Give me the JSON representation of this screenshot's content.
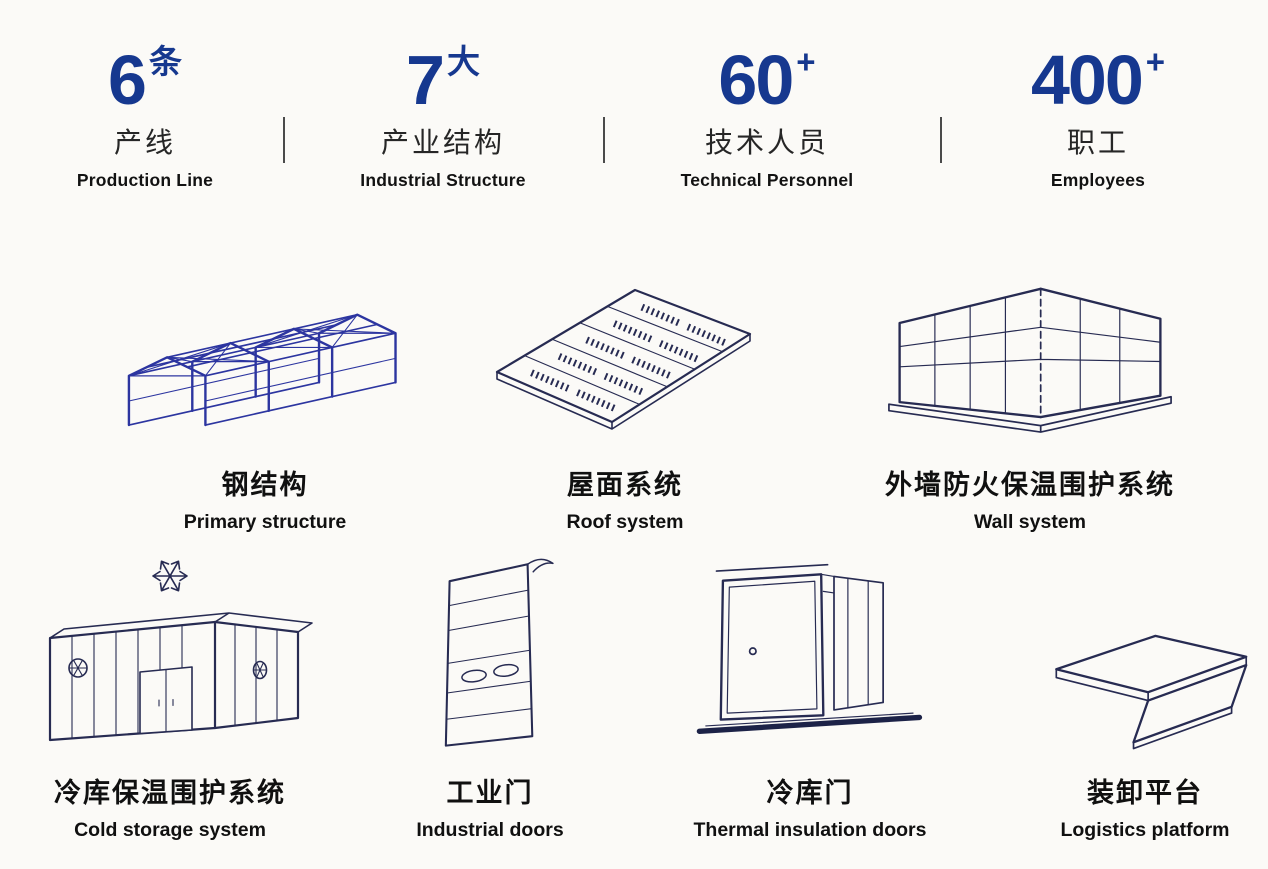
{
  "stats": [
    {
      "number": "6",
      "suffix": "条",
      "label_cn": "产线",
      "label_en": "Production Line"
    },
    {
      "number": "7",
      "suffix": "大",
      "label_cn": "产业结构",
      "label_en": "Industrial Structure"
    },
    {
      "number": "60",
      "suffix": "+",
      "label_cn": "技术人员",
      "label_en": "Technical Personnel"
    },
    {
      "number": "400",
      "suffix": "+",
      "label_cn": "职工",
      "label_en": "Employees"
    }
  ],
  "products": [
    {
      "id": "primary-structure",
      "label_cn": "钢结构",
      "label_en": "Primary structure"
    },
    {
      "id": "roof-system",
      "label_cn": "屋面系统",
      "label_en": "Roof system"
    },
    {
      "id": "wall-system",
      "label_cn": "外墙防火保温围护系统",
      "label_en": "Wall system"
    },
    {
      "id": "cold-storage",
      "label_cn": "冷库保温围护系统",
      "label_en": "Cold storage system"
    },
    {
      "id": "industrial-doors",
      "label_cn": "工业门",
      "label_en": "Industrial doors"
    },
    {
      "id": "thermal-doors",
      "label_cn": "冷库门",
      "label_en": "Thermal insulation doors"
    },
    {
      "id": "logistics-platform",
      "label_cn": "装卸平台",
      "label_en": "Logistics platform"
    }
  ],
  "colors": {
    "accent_blue": "#16388f",
    "line_ink": "#272b52",
    "steel_blue": "#2c35a0",
    "background": "#fbfaf7"
  }
}
